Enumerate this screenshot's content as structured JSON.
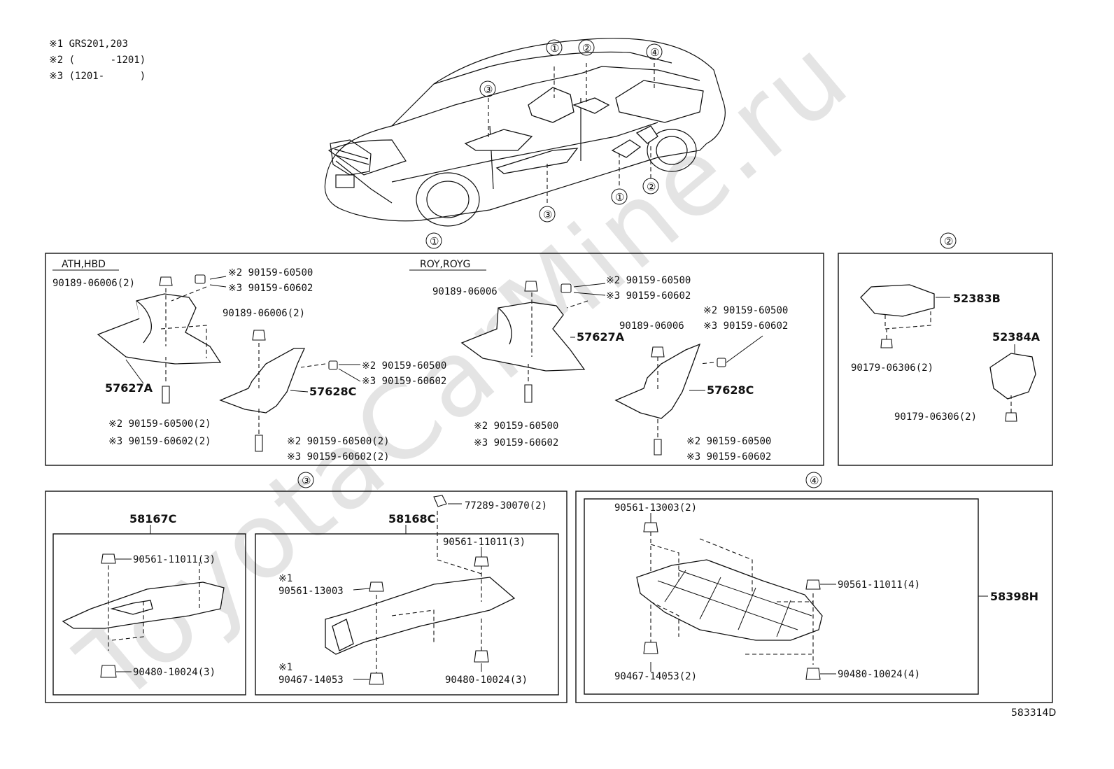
{
  "notes": [
    "※1 GRS201,203",
    "※2 (      -1201)",
    "※3 (1201-      )"
  ],
  "watermark": "ToyotaCarMine.ru",
  "figure_code": "583314D",
  "callouts": {
    "c1": "①",
    "c2": "②",
    "c3": "③",
    "c4": "④"
  },
  "group1": {
    "left_sub": "ATH,HBD",
    "right_sub": "ROY,ROYG",
    "left": {
      "p1": "90189-06006(2)",
      "p2a": "※2 90159-60500",
      "p2b": "※3 90159-60602",
      "p3": "90189-06006(2)",
      "p4a": "※2 90159-60500",
      "p4b": "※3 90159-60602",
      "ref_a": "57627A",
      "ref_c": "57628C",
      "p5a": "※2 90159-60500(2)",
      "p5b": "※3 90159-60602(2)",
      "p6a": "※2 90159-60500(2)",
      "p6b": "※3 90159-60602(2)"
    },
    "right": {
      "p1": "90189-06006",
      "p2a": "※2 90159-60500",
      "p2b": "※3 90159-60602",
      "p3": "90189-06006",
      "p4a": "※2 90159-60500",
      "p4b": "※3 90159-60602",
      "ref_a": "57627A",
      "ref_c": "57628C",
      "p5a": "※2 90159-60500",
      "p5b": "※3 90159-60602",
      "p6a": "※2 90159-60500",
      "p6b": "※3 90159-60602"
    }
  },
  "group2": {
    "ref_b": "52383B",
    "ref_a": "52384A",
    "p1": "90179-06306(2)",
    "p2": "90179-06306(2)"
  },
  "group3": {
    "ref_c": "58167C",
    "ref_c2": "58168C",
    "clip": "77289-30070(2)",
    "l_top": "90561-11011(3)",
    "l_bot": "90480-10024(3)",
    "r_top": "90561-11011(3)",
    "r_note1": "※1",
    "r_mid": "90561-13003",
    "r_note2": "※1",
    "r_bl": "90467-14053",
    "r_br": "90480-10024(3)"
  },
  "group4": {
    "ref_h": "58398H",
    "tl": "90561-13003(2)",
    "r1": "90561-11011(4)",
    "bl": "90467-14053(2)",
    "br": "90480-10024(4)"
  }
}
